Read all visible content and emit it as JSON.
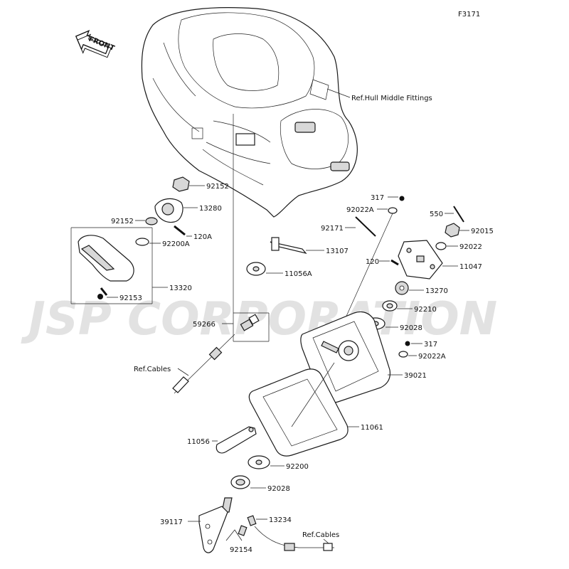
{
  "diagram_id": "F3171",
  "front_label": "FRONT",
  "watermark": "JSP CORPORATION",
  "references": {
    "hull": "Ref.Hull Middle Fittings",
    "cables_left": "Ref.Cables",
    "cables_bottom": "Ref.Cables"
  },
  "parts": {
    "p92152_top": "92152",
    "p13280": "13280",
    "p92152_left": "92152",
    "p120A": "120A",
    "p92200A": "92200A",
    "p13320": "13320",
    "p92153": "92153",
    "p13107": "13107",
    "p11056A": "11056A",
    "p59266": "59266",
    "p317_top": "317",
    "p92022A_top": "92022A",
    "p92171": "92171",
    "p550": "550",
    "p92015": "92015",
    "p92022": "92022",
    "p120": "120",
    "p11047": "11047",
    "p13270": "13270",
    "p92210": "92210",
    "p92028_top": "92028",
    "p317_mid": "317",
    "p92022A_mid": "92022A",
    "p39021": "39021",
    "p11061": "11061",
    "p11056": "11056",
    "p92200": "92200",
    "p92028_bottom": "92028",
    "p39117": "39117",
    "p13234": "13234",
    "p92154": "92154"
  }
}
